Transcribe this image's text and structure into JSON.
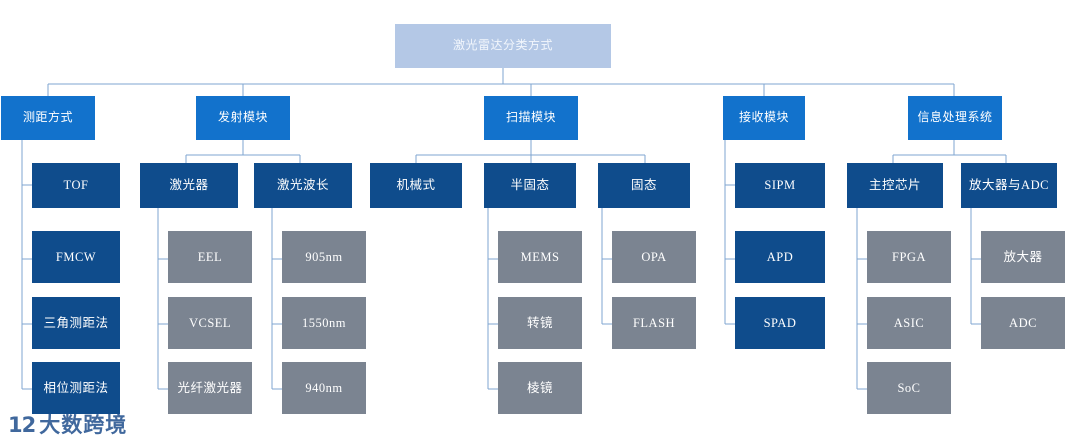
{
  "diagram": {
    "title": "激光雷达分类方式",
    "colors": {
      "root_fill": "#b4c8e6",
      "level1_fill": "#1272cc",
      "level2_fill": "#0f4c8c",
      "level3_fill": "#7b8491",
      "connector": "#7fa6d0",
      "watermark": "#1f4e8c"
    },
    "root": {
      "label": "激光雷达分类方式"
    },
    "branches": [
      {
        "label": "测距方式",
        "children": [
          {
            "label": "TOF",
            "style": "blue"
          },
          {
            "label": "FMCW",
            "style": "blue"
          },
          {
            "label": "三角测距法",
            "style": "blue"
          },
          {
            "label": "相位测距法",
            "style": "blue"
          }
        ]
      },
      {
        "label": "发射模块",
        "children": [
          {
            "label": "激光器",
            "style": "blue",
            "children": [
              {
                "label": "EEL",
                "style": "gray"
              },
              {
                "label": "VCSEL",
                "style": "gray"
              },
              {
                "label": "光纤激光器",
                "style": "gray"
              }
            ]
          },
          {
            "label": "激光波长",
            "style": "blue",
            "children": [
              {
                "label": "905nm",
                "style": "gray"
              },
              {
                "label": "1550nm",
                "style": "gray"
              },
              {
                "label": "940nm",
                "style": "gray"
              }
            ]
          }
        ]
      },
      {
        "label": "扫描模块",
        "children": [
          {
            "label": "机械式",
            "style": "blue",
            "children": []
          },
          {
            "label": "半固态",
            "style": "blue",
            "children": [
              {
                "label": "MEMS",
                "style": "gray"
              },
              {
                "label": "转镜",
                "style": "gray"
              },
              {
                "label": "棱镜",
                "style": "gray"
              }
            ]
          },
          {
            "label": "固态",
            "style": "blue",
            "children": [
              {
                "label": "OPA",
                "style": "gray"
              },
              {
                "label": "FLASH",
                "style": "gray"
              }
            ]
          }
        ]
      },
      {
        "label": "接收模块",
        "children": [
          {
            "label": "SIPM",
            "style": "blue"
          },
          {
            "label": "APD",
            "style": "blue"
          },
          {
            "label": "SPAD",
            "style": "blue"
          }
        ]
      },
      {
        "label": "信息处理系统",
        "children": [
          {
            "label": "主控芯片",
            "style": "blue",
            "children": [
              {
                "label": "FPGA",
                "style": "gray"
              },
              {
                "label": "ASIC",
                "style": "gray"
              },
              {
                "label": "SoC",
                "style": "gray"
              }
            ]
          },
          {
            "label": "放大器与ADC",
            "style": "blue",
            "children": [
              {
                "label": "放大器",
                "style": "gray"
              },
              {
                "label": "ADC",
                "style": "gray"
              }
            ]
          }
        ]
      }
    ],
    "watermark": {
      "mark": "12",
      "text": "大数跨境"
    }
  }
}
